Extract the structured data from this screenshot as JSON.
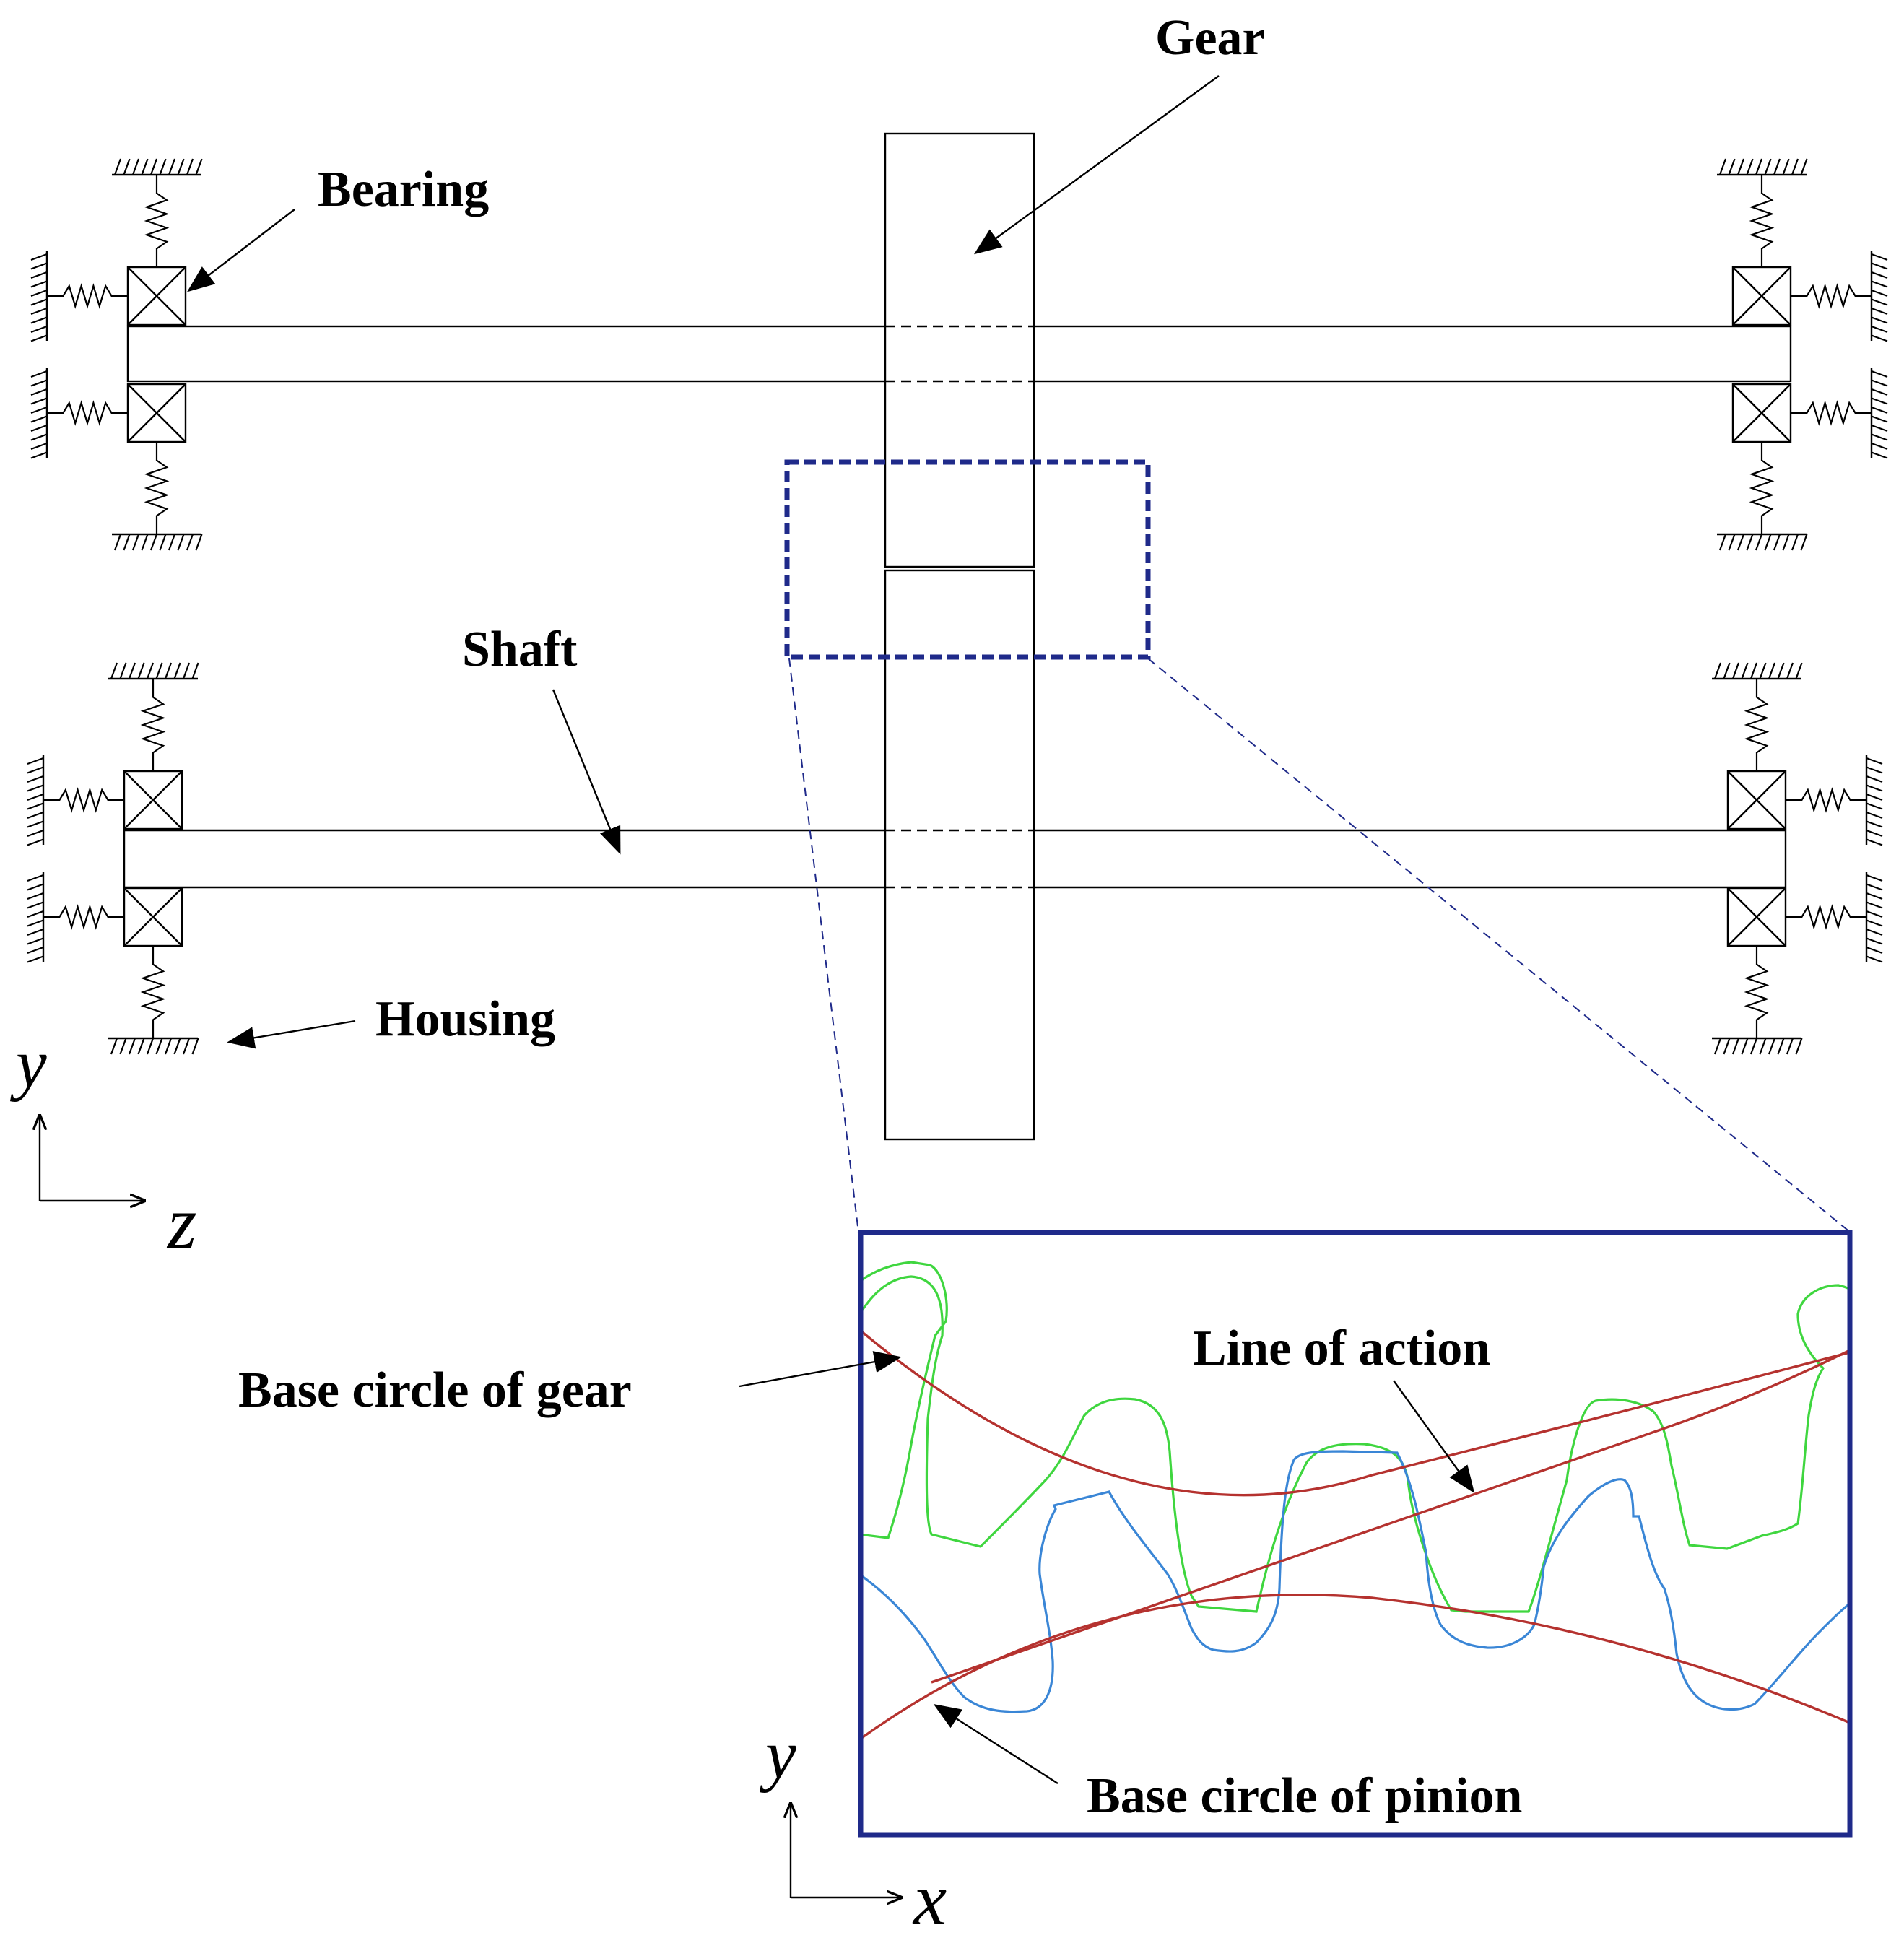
{
  "labels": {
    "gear": "Gear",
    "bearing": "Bearing",
    "shaft": "Shaft",
    "housing": "Housing",
    "base_circle_gear": "Base circle of gear",
    "line_of_action": "Line of action",
    "base_circle_pinion": "Base circle of pinion"
  },
  "axes": {
    "main": {
      "vertical": "y",
      "horizontal": "z"
    },
    "inset": {
      "vertical": "y",
      "horizontal": "x"
    }
  },
  "colors": {
    "gear_profile": "#3fd63f",
    "pinion_profile": "#3a86d6",
    "base_circles": "#b5322f",
    "zoom_frame": "#1f2a8a"
  }
}
